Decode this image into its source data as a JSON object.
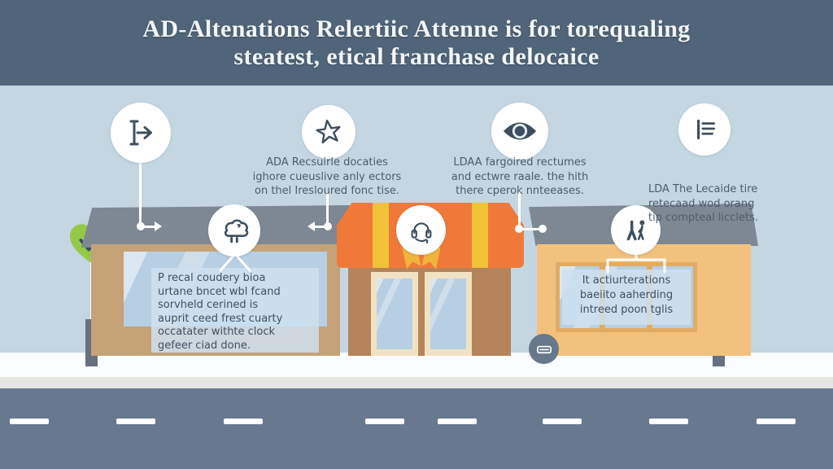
{
  "title": {
    "line1": "AD-Altenations Relertiic Attenne is for torequaling",
    "line2": "steatest, etical franchase delocaice"
  },
  "steps": [
    {
      "icon": "insert-arrow-icon",
      "caption_lines": []
    },
    {
      "icon": "star-icon",
      "caption_lines": [
        "ADA Recsuirle docaties",
        "ighore cueuslive anly ectors",
        "on thel Iresloured fonc tise."
      ]
    },
    {
      "icon": "eye-icon",
      "caption_lines": [
        "LDAA fargoired rectumes",
        "and ectwre raale. the hith",
        "there cperok nnteeases."
      ]
    },
    {
      "icon": "list-outline-icon",
      "caption_lines": [
        "LDA The Lecaide tire",
        "retecaad wod orang",
        "tip compteal licclets."
      ]
    }
  ],
  "storefronts": {
    "left": {
      "badge_icon": "person-icon",
      "note_lines": [
        "P recal coudery bioa",
        "urtane bncet wbl fcand",
        "sorvheld cerined is",
        "auprit ceed frest cuarty",
        "occatater withte clock",
        "gefeer ciad done."
      ]
    },
    "middle": {
      "badge_icon": "headset-icon"
    },
    "right": {
      "badge_icon": "walking-figures-icon",
      "note_lines": [
        "It actiurterations",
        "baeiito aaherding",
        "intreed poon tglis"
      ]
    }
  },
  "street": {
    "car_badge_icon": "car-icon",
    "lane_dash_count": 8
  },
  "trees": {
    "left": "heart-tree-with-check",
    "right": "heart-tree-with-check"
  },
  "colors": {
    "header": "#50657a",
    "bg": "#c3d6e1",
    "roof": "#7e8893",
    "tan": "#c5a277",
    "brown": "#b5845a",
    "cream": "#f2e2c4",
    "light_orange": "#f3c17e",
    "window_frame": "#e2ab62",
    "awning_orange": "#f0793a",
    "awning_yellow": "#f2c238",
    "ribbon": "#f0b43c",
    "glass": "#b7cfe2",
    "green": "#94c947",
    "road": "#68788f",
    "sidewalk": "#fafcfd",
    "strip": "#e6e7e3",
    "pole": "#66707e",
    "badge_gray": "#67788c",
    "icon_ink": "#3e4e5e"
  }
}
